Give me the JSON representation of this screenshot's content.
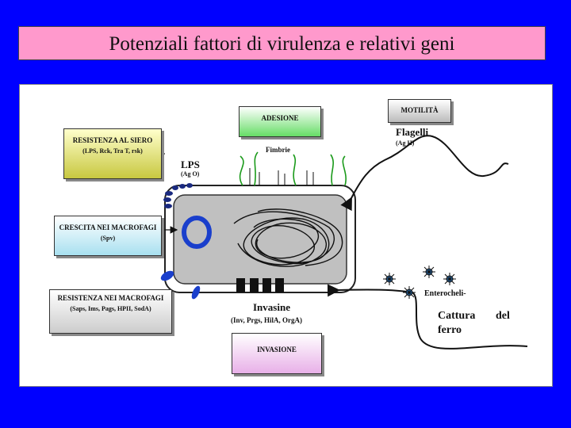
{
  "title": "Potenziali fattori di virulenza e relativi geni",
  "boxes": {
    "resistenza_siero": {
      "main": "RESISTENZA AL SIERO",
      "sub": "(LPS, Rck, Tra T, rsk)"
    },
    "crescita_macrofagi": {
      "main": "CRESCITA NEI MACROFAGI",
      "sub": "(Spv)"
    },
    "resistenza_macrofagi": {
      "main": "RESISTENZA NEI MACROFAGI",
      "sub": "(Saps, Ims, Pags, HPII, SodA)"
    },
    "adesione": {
      "main": "ADESIONE"
    },
    "motilita": {
      "main": "MOTILITÀ"
    },
    "invasione": {
      "main": "INVASIONE"
    }
  },
  "labels": {
    "fimbrie": "Fimbrie",
    "lps": "LPS",
    "lps_ag": "(Ag O)",
    "flagelli": "Flagelli",
    "flagelli_ag": "(Ag H)",
    "invasine": "Invasine",
    "invasine_genes": "(Inv, Prgs, HilA, OrgA)",
    "enterocheli": "Enterocheli-",
    "cattura": "Cattura",
    "del": "del",
    "ferro": "ferro"
  },
  "colors": {
    "background": "#0000ff",
    "title_bg": "#ff99cc",
    "cell": "#c0c0c0",
    "plasmid": "#1a3fcc",
    "fimbriae": "#1a9a1a",
    "siderophore": "#2a7fd0"
  }
}
